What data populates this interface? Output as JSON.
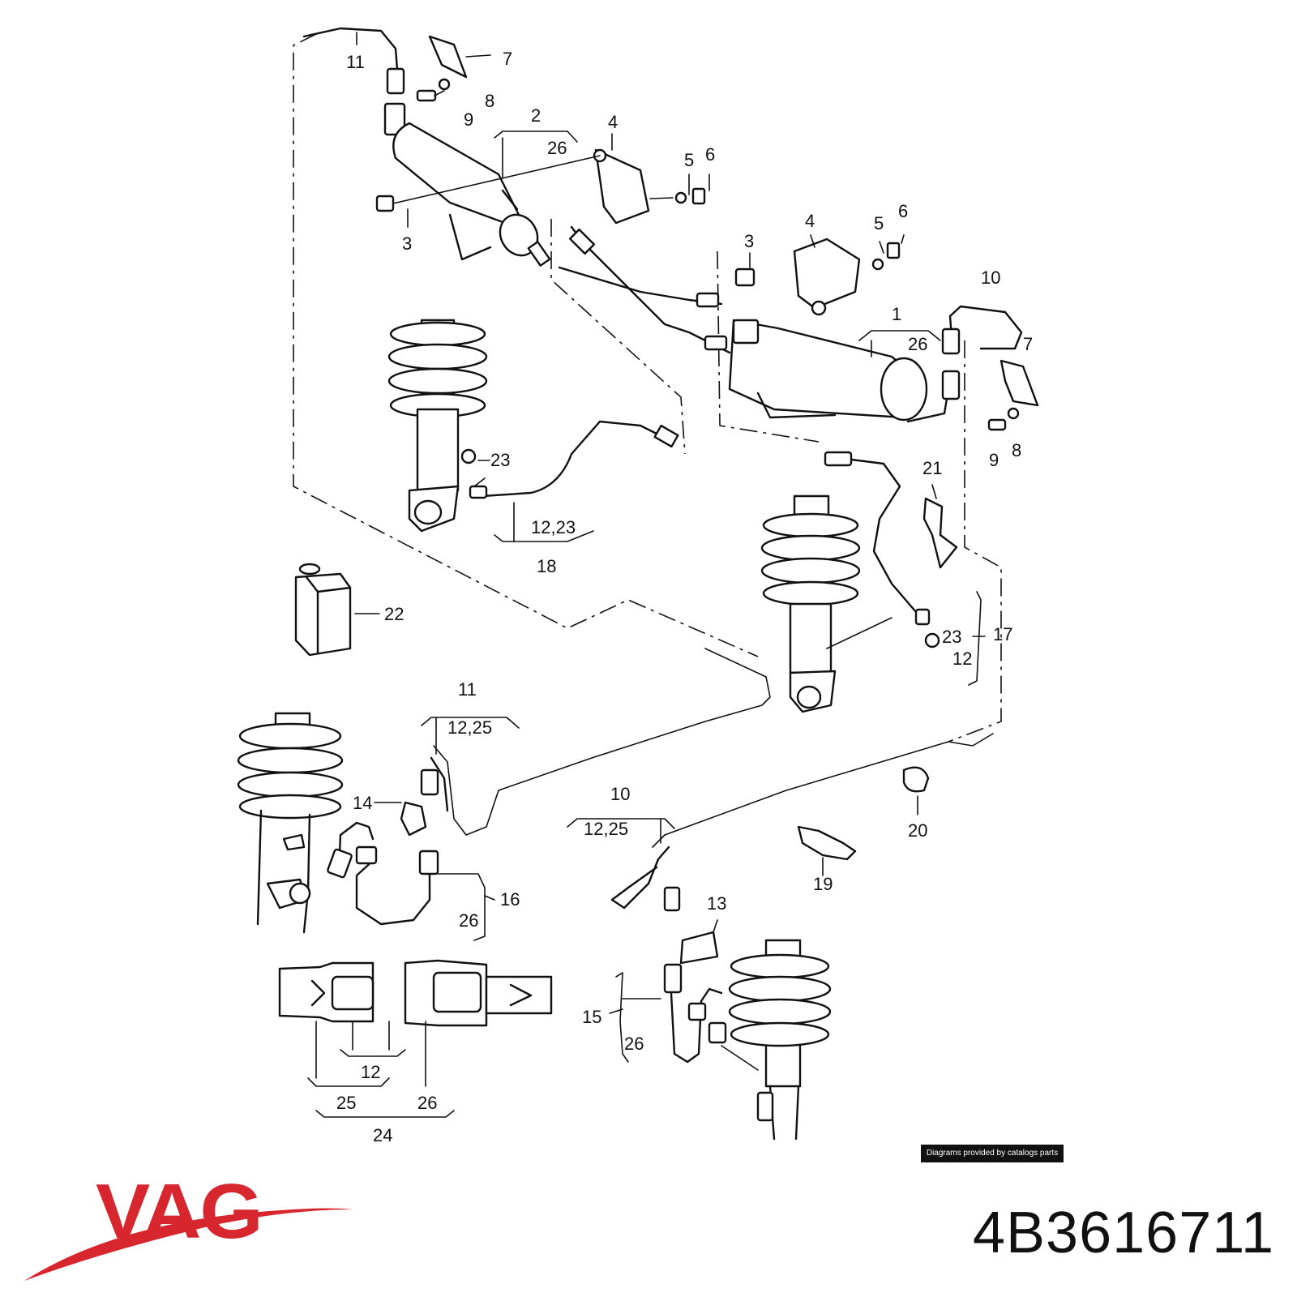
{
  "brand": {
    "name": "VAG",
    "color": "#d7262e"
  },
  "part_number": "4B3616711",
  "credit": "Diagrams provided by catalogs parts",
  "callouts": [
    "11",
    "7",
    "8",
    "9",
    "2",
    "26",
    "4",
    "5",
    "6",
    "3",
    "4",
    "5",
    "6",
    "3",
    "10",
    "1",
    "26",
    "7",
    "9",
    "8",
    "23",
    "12,23",
    "18",
    "21",
    "22",
    "23",
    "17",
    "12",
    "11",
    "12,25",
    "14",
    "10",
    "12,25",
    "16",
    "26",
    "20",
    "19",
    "13",
    "15",
    "26",
    "12",
    "25",
    "26",
    "24"
  ]
}
